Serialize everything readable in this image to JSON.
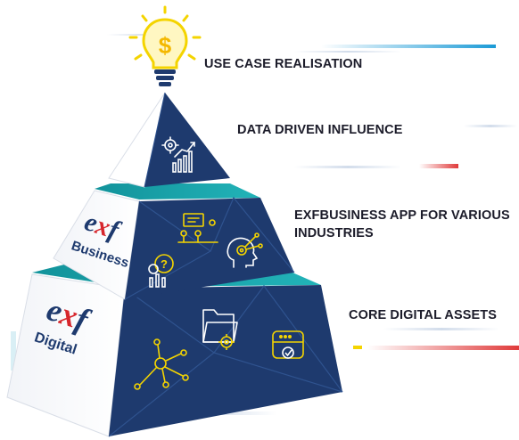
{
  "layers": [
    {
      "id": "top",
      "label": "USE CASE REALISATION",
      "icon": "lightbulb-dollar-icon"
    },
    {
      "id": "data",
      "label": "DATA DRIVEN INFLUENCE",
      "icon": "gear-growth-chart-icon"
    },
    {
      "id": "app",
      "label": "EXFBUSINESS APP FOR VARIOUS INDUSTRIES",
      "label_lines": [
        "EXFBUSINESS APP FOR VARIOUS",
        "INDUSTRIES"
      ],
      "icons": [
        "analytics-question-icon",
        "cluster-people-icon",
        "head-target-icon"
      ]
    },
    {
      "id": "core",
      "label": "CORE DIGITAL ASSETS",
      "icons": [
        "network-nodes-icon",
        "folder-gear-icon",
        "database-check-icon"
      ]
    }
  ],
  "brands": [
    {
      "logo": "exf",
      "word": "Business"
    },
    {
      "logo": "exf",
      "word": "Digital"
    }
  ],
  "bulb_symbol": "$",
  "colors": {
    "navy": "#1e3a6e",
    "navy_dark": "#15284f",
    "teal": "#17a2a9",
    "red": "#d7262c",
    "yellow": "#f4d400",
    "text": "#1c1c2a"
  }
}
